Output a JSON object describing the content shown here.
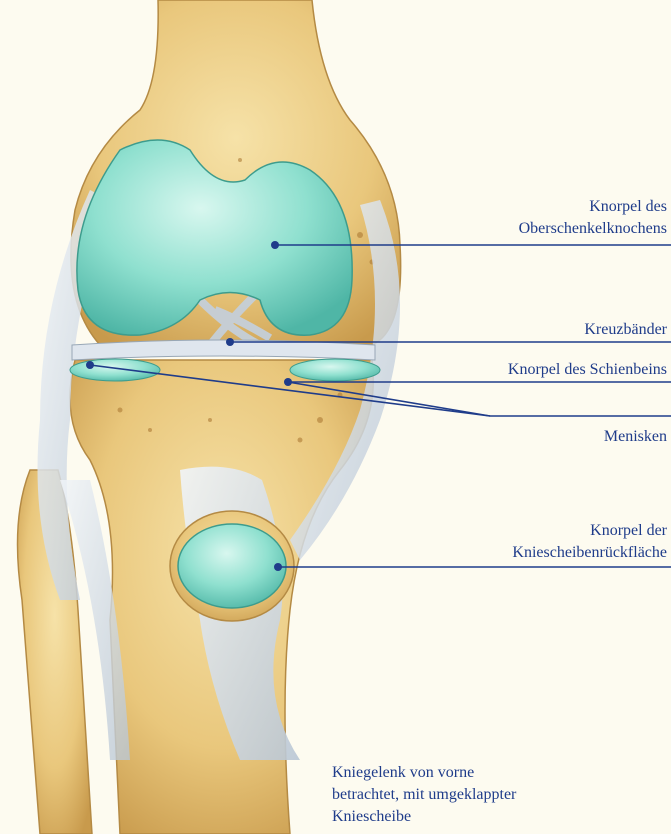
{
  "labels": {
    "femur_cartilage_line1": "Knorpel des",
    "femur_cartilage_line2": "Oberschenkelknochens",
    "cruciate_ligaments": "Kreuzbänder",
    "tibia_cartilage": "Knorpel des Schienbeins",
    "menisci": "Menisken",
    "patella_cartilage_line1": "Knorpel der",
    "patella_cartilage_line2": "Kniescheibenrückfläche"
  },
  "caption": {
    "line1": "Kniegelenk von vorne",
    "line2": "betrachtet, mit umgeklappter",
    "line3": "Kniescheibe"
  },
  "colors": {
    "background": "#fdfbf0",
    "label_text": "#1f3c8a",
    "leader_line": "#1f3c8a",
    "bone": "#e9c77c",
    "cartilage": "#8fe0cf",
    "ligament": "#dfe6ee"
  }
}
